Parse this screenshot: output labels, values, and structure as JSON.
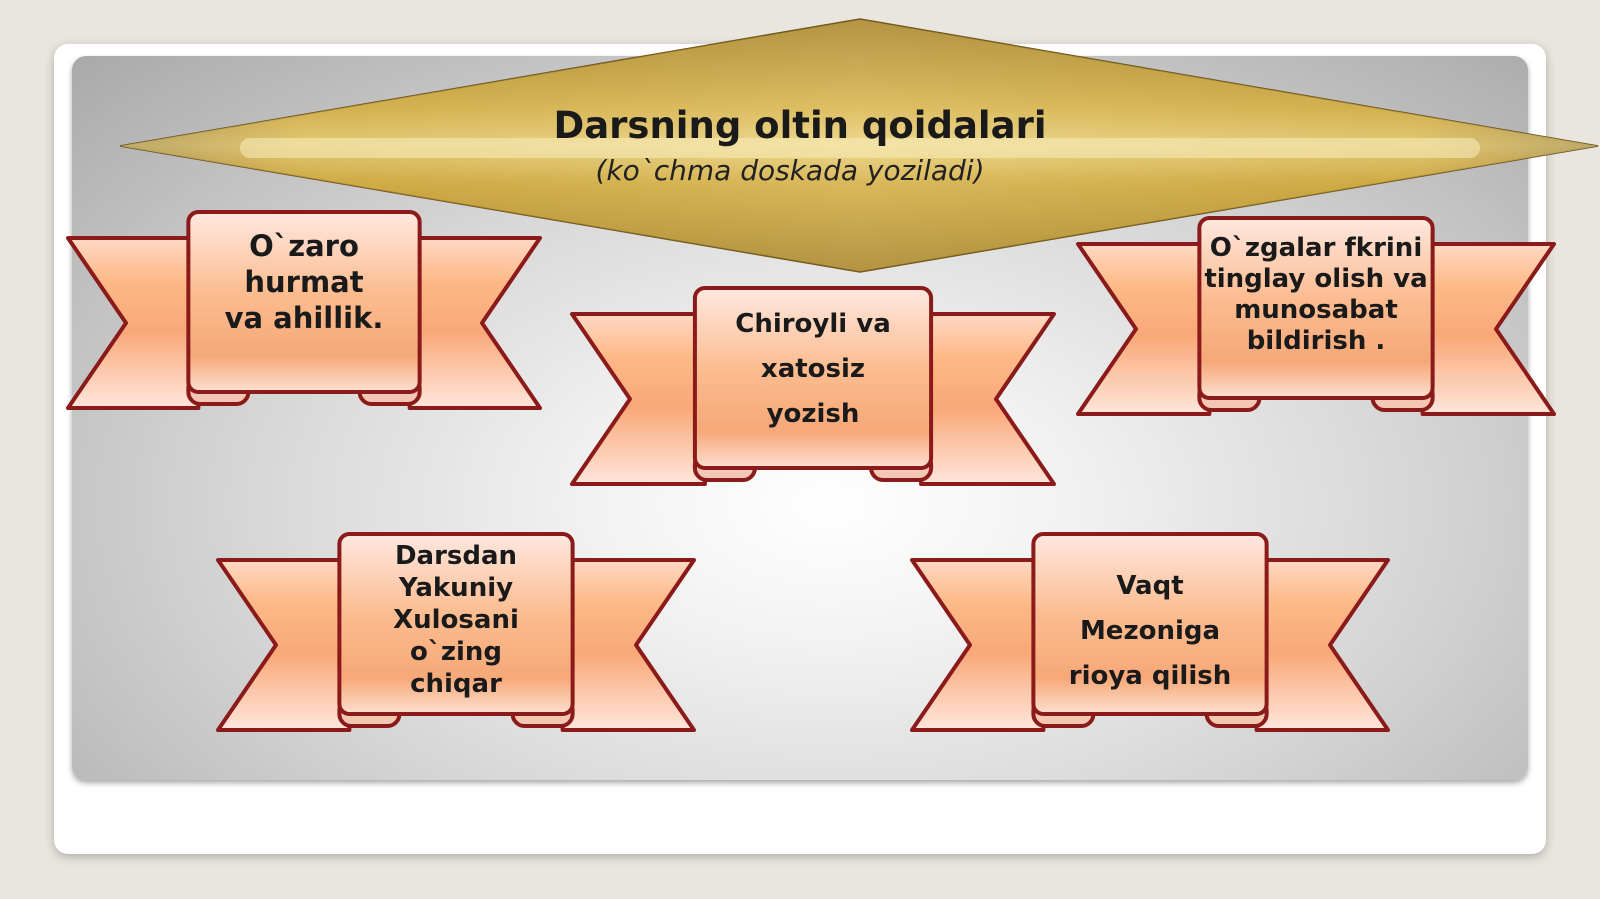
{
  "slide": {
    "title": "Darsning oltin qoidalari",
    "subtitle": "(ko`chma doskada yoziladi)"
  },
  "rules": [
    {
      "lines": [
        "O`zaro hurmat",
        "va ahillik."
      ]
    },
    {
      "lines": [
        "Chiroyli va",
        "xatosiz",
        "yozish"
      ]
    },
    {
      "lines": [
        "O`zgalar fkrini",
        "tinglay olish va",
        "munosabat",
        "bildirish ."
      ]
    },
    {
      "lines": [
        "Darsdan",
        "Yakuniy",
        "Xulosani",
        "o`zing",
        "chiqar"
      ]
    },
    {
      "lines": [
        "Vaqt",
        "Mezoniga",
        "rioya qilish"
      ]
    }
  ],
  "colors": {
    "ribbon_border": "#8b1a1a",
    "ribbon_light": "#ffe3d6",
    "ribbon_mid": "#f8b98a",
    "diamond_gold": "#c9a33a",
    "diamond_dark": "#8a6a1e"
  }
}
